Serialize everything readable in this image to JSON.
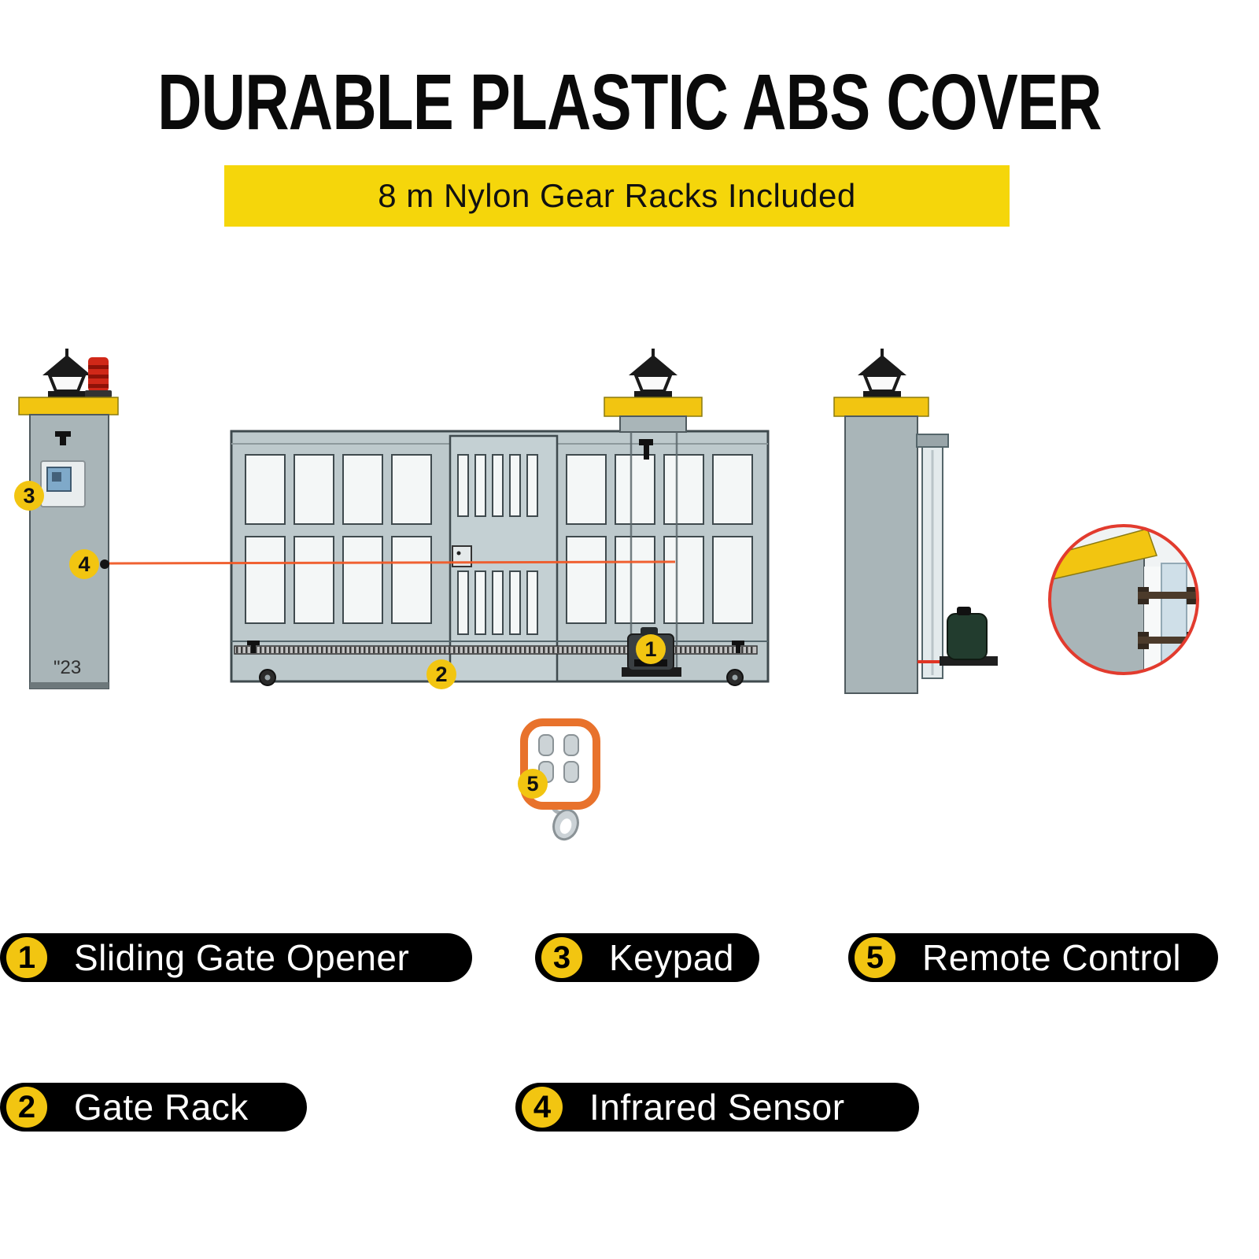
{
  "title": "DURABLE PLASTIC ABS COVER",
  "banner": {
    "text": "8 m Nylon Gear Racks Included"
  },
  "colors": {
    "banner_yellow": "#F5D60B",
    "badge_yellow": "#F2C511",
    "cap_yellow": "#F2C511",
    "pill_black": "#000000",
    "laser_red": "#F05A28",
    "zoom_ring_red": "#E23B2E",
    "pillar_gray": "#A9B5B8",
    "gate_gray": "#BDC9CC"
  },
  "pillar_mark": "\"23",
  "badges": {
    "n1": "1",
    "n2": "2",
    "n3": "3",
    "n4": "4",
    "n5": "5"
  },
  "legend": {
    "row1": [
      {
        "num": "1",
        "label": "Sliding Gate Opener"
      },
      {
        "num": "3",
        "label": "Keypad"
      },
      {
        "num": "5",
        "label": "Remote Control"
      }
    ],
    "row2": [
      {
        "num": "2",
        "label": "Gate Rack"
      },
      {
        "num": "4",
        "label": "Infrared Sensor"
      }
    ]
  }
}
